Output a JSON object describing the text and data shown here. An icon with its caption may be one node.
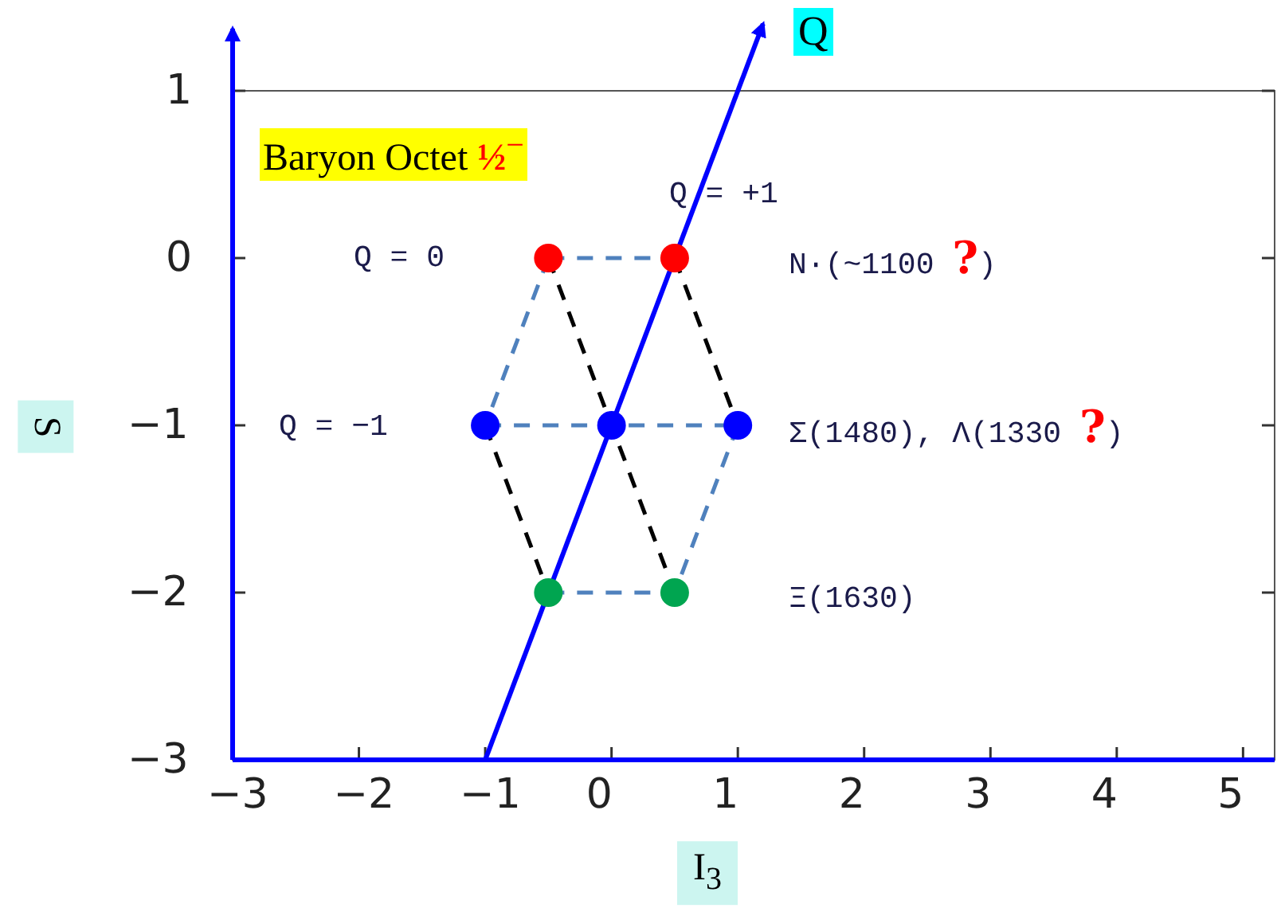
{
  "diagram": {
    "title": "Baryon Octet **½**$^{−}$",
    "labels": [
      "Q",
      "Q = +1",
      "Q = 0",
      "Q = −1",
      "N·(~1100 **?**)",
      "Σ(1480), Λ(1330 **?**)",
      "Ξ(1630)"
    ],
    "chart_data": {
      "type": "scatter",
      "xlabel": "I$_{3}$",
      "ylabel": "S",
      "xlim": [
        -3,
        5.25
      ],
      "ylim": [
        -3,
        1
      ],
      "xticks": [
        {
          "value": -3,
          "label": "−3"
        },
        {
          "value": -2,
          "label": "−2"
        },
        {
          "value": -1,
          "label": "−1"
        },
        {
          "value": 0,
          "label": "0"
        },
        {
          "value": 1,
          "label": "1"
        },
        {
          "value": 2,
          "label": "2"
        },
        {
          "value": 3,
          "label": "3"
        },
        {
          "value": 4,
          "label": "4"
        },
        {
          "value": 5,
          "label": "5"
        }
      ],
      "yticks": [
        {
          "value": -3,
          "label": "−3"
        },
        {
          "value": -2,
          "label": "−2"
        },
        {
          "value": -1,
          "label": "−1"
        },
        {
          "value": 0,
          "label": "0"
        },
        {
          "value": 1,
          "label": "1"
        }
      ],
      "series": [
        {
          "color": "#ff0000",
          "x": [
            -0.5,
            0.5
          ],
          "values": [
            0,
            0
          ]
        },
        {
          "color": "#0000ff",
          "x": [
            -1,
            0,
            1
          ],
          "values": [
            -1,
            -1,
            -1
          ]
        },
        {
          "color": "#00a550",
          "x": [
            -0.5,
            0.5
          ],
          "values": [
            -2,
            -2
          ]
        }
      ]
    }
  }
}
